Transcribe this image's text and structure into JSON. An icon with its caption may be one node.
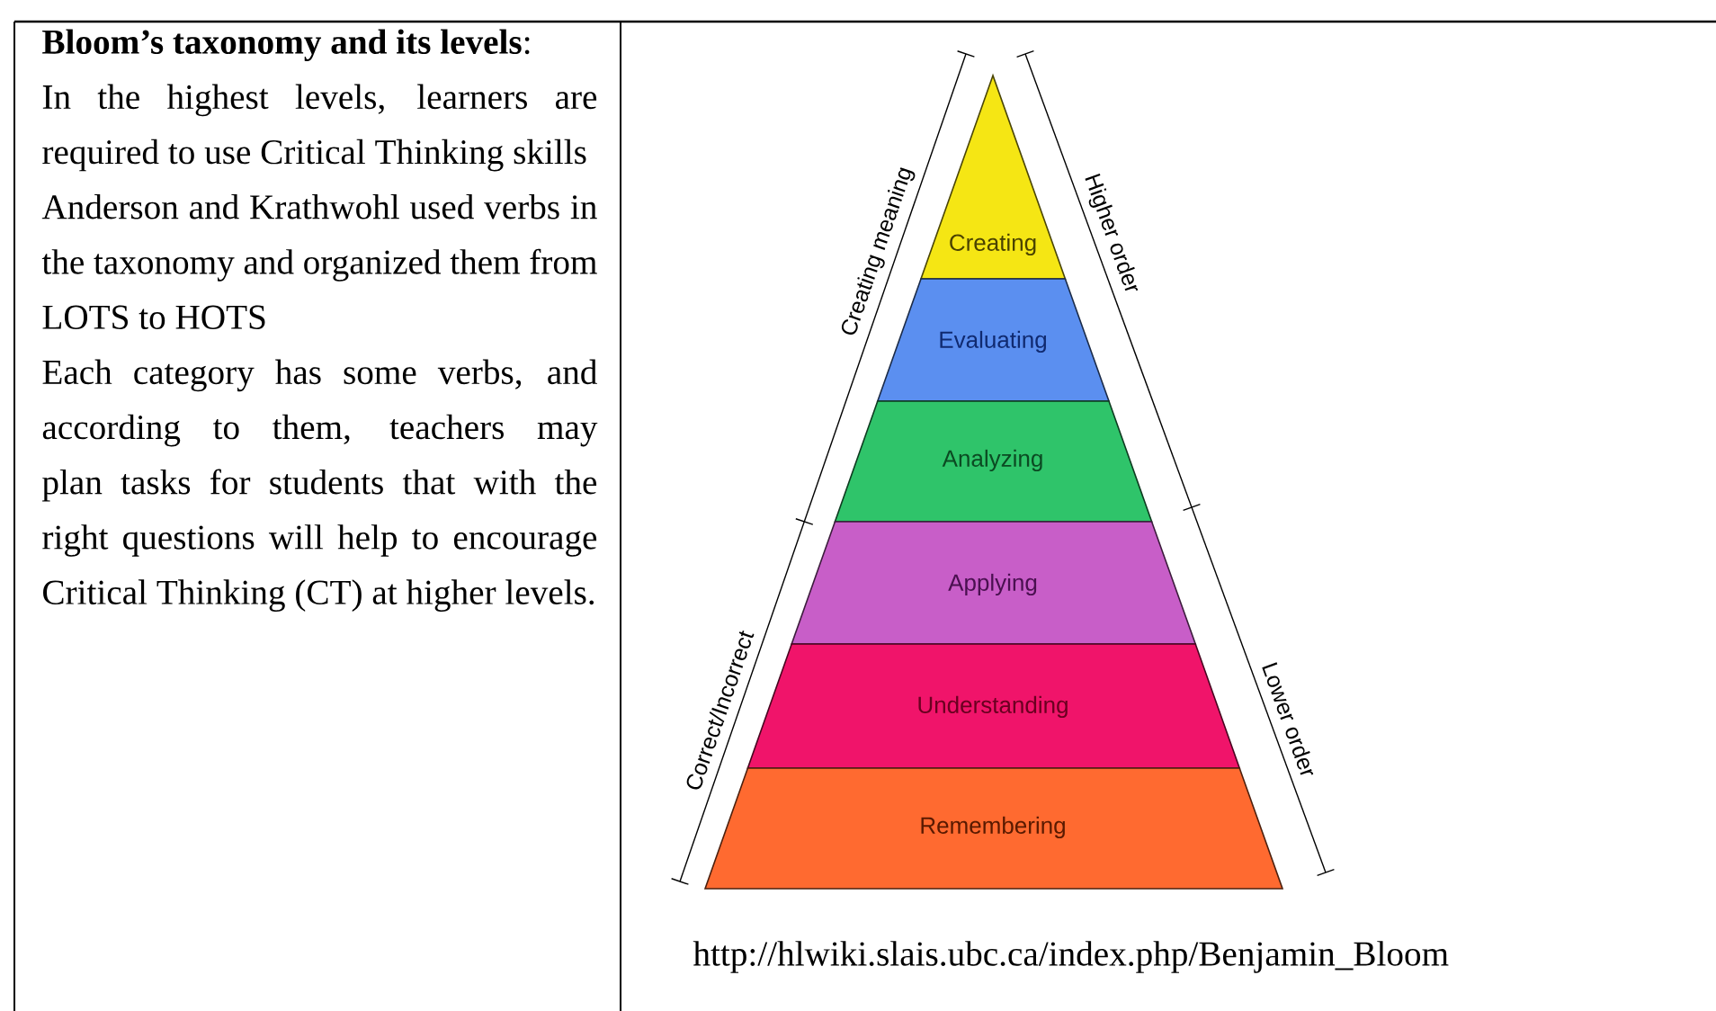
{
  "diagram": {
    "nodes": [
      {
        "text": [
          "Creating"
        ]
      },
      {
        "text": [
          "Evaluating"
        ]
      },
      {
        "text": [
          "Analyzing"
        ]
      },
      {
        "text": [
          "Applying"
        ]
      },
      {
        "text": [
          "Understanding"
        ]
      },
      {
        "text": [
          "Remembering"
        ]
      }
    ],
    "labels": [
      "**Bloom’s taxonomy and its levels**:",
      "In the highest levels, learners are required to use Critical Thinking skills",
      "Anderson and Krathwohl used verbs in the taxonomy and organized them from LOTS to HOTS",
      "Each category has some verbs, and according to them, teachers may plan tasks for students that with the right questions will help to encourage Critical Thinking (CT) at higher levels.",
      "Creating meaning",
      "Correct/Incorrect",
      "Higher order",
      "Lower order",
      "http://hlwiki.slais.ubc.ca/index.php/Benjamin_Bloom"
    ]
  }
}
